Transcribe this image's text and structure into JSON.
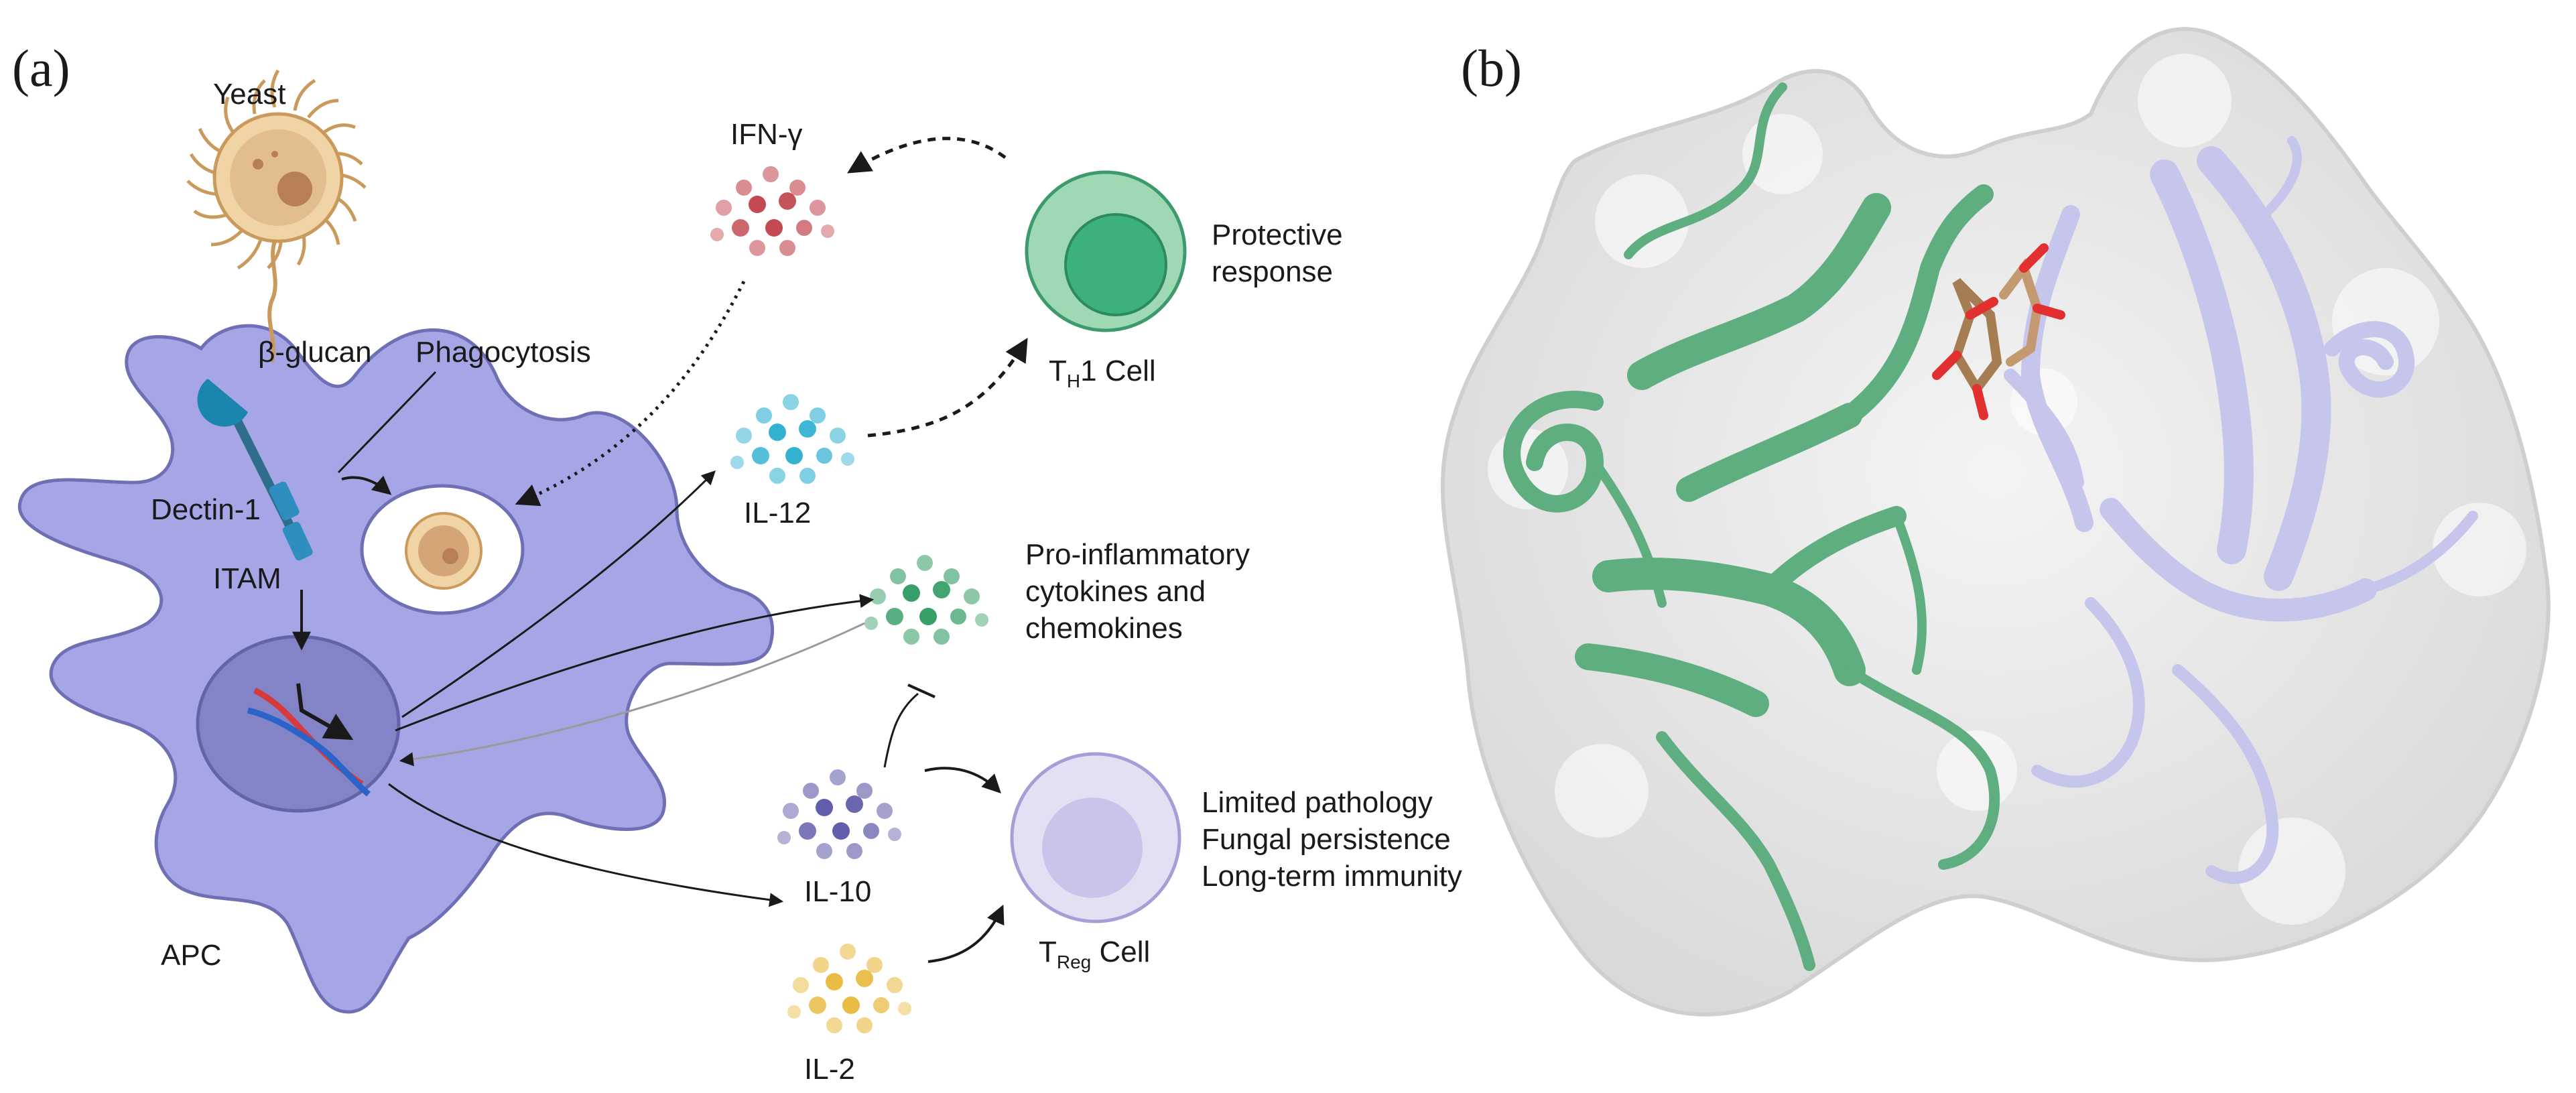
{
  "panels": {
    "a": "(a)",
    "b": "(b)"
  },
  "labels": {
    "yeast": "Yeast",
    "beta_glucan": "β-glucan",
    "phagocytosis": "Phagocytosis",
    "dectin": "Dectin-1",
    "itam": "ITAM",
    "apc": "APC",
    "ifn": "IFN-γ",
    "il12": "IL-12",
    "il10": "IL-10",
    "il2": "IL-2",
    "th1_main": "T",
    "th1_sub": "H",
    "th1_rest": "1 Cell",
    "treg_main": "T",
    "treg_sub": "Reg",
    "treg_rest": " Cell",
    "protective": [
      "Protective",
      "response"
    ],
    "proinflam": [
      "Pro-inflammatory",
      "cytokines and",
      "chemokines"
    ],
    "outcomes": [
      "Limited pathology",
      "Fungal persistence",
      "Long-term immunity"
    ]
  },
  "colors": {
    "apc": "#a6a6e6",
    "nucleus": "#8383c8",
    "th1_outer": "#9ed9b4",
    "th1_inner": "#3db17c",
    "treg_outer": "#e4e0f4",
    "treg_inner": "#cbc4ea",
    "ifn": "#c0404a",
    "il12": "#2aaed0",
    "proinflam": "#2e9a60",
    "il10": "#5a55a6",
    "il2": "#e8b83a",
    "protein_green": "#5fae80",
    "protein_lavender": "#c6c6ec",
    "surface": "#e6e6e6"
  }
}
